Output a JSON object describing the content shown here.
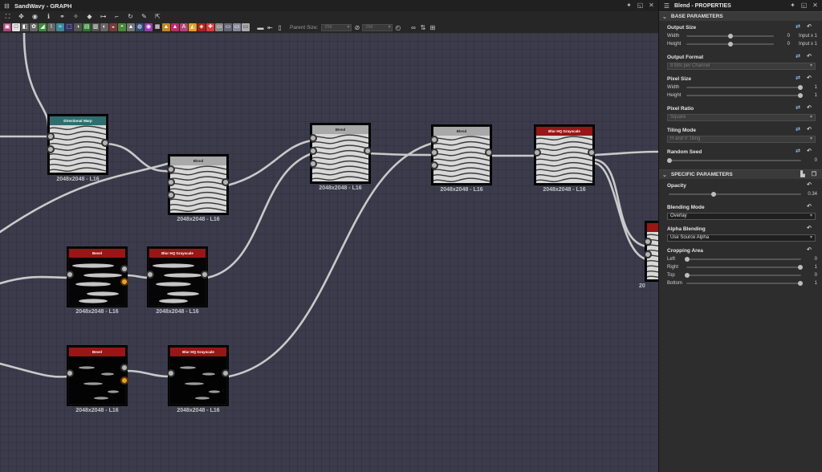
{
  "graph": {
    "title": "SandWavy - GRAPH",
    "parent_size_label": "Parent Size:",
    "parent_size_value": "256",
    "output_size_value": "256"
  },
  "nodes": [
    {
      "id": "directional-warp",
      "title": "Directional Warp",
      "size": "2048x2048 - L16",
      "header": "teal",
      "thumb": "waves"
    },
    {
      "id": "blend-1",
      "title": "Blend",
      "size": "2048x2048 - L16",
      "header": "gray",
      "thumb": "waves"
    },
    {
      "id": "blend-2",
      "title": "Blend",
      "size": "2048x2048 - L16",
      "header": "gray",
      "thumb": "waves"
    },
    {
      "id": "blend-3",
      "title": "Blend",
      "size": "2048x2048 - L16",
      "header": "gray",
      "thumb": "waves"
    },
    {
      "id": "blur-hq-1",
      "title": "Blur HQ Grayscale",
      "size": "2048x2048 - L16",
      "header": "red",
      "thumb": "waves"
    },
    {
      "id": "bevel-1",
      "title": "Bevel",
      "size": "2048x2048 - L16",
      "header": "red",
      "thumb": "streaks"
    },
    {
      "id": "blur-hq-2",
      "title": "Blur HQ Grayscale",
      "size": "2048x2048 - L16",
      "header": "red",
      "thumb": "streaks"
    },
    {
      "id": "bevel-2",
      "title": "Bevel",
      "size": "2048x2048 - L16",
      "header": "red",
      "thumb": "sparse"
    },
    {
      "id": "blur-hq-3",
      "title": "Blur HQ Grayscale",
      "size": "2048x2048 - L16",
      "header": "red",
      "thumb": "sparse"
    },
    {
      "id": "partial-node",
      "title": "",
      "size": "20",
      "header": "red",
      "thumb": "waves"
    }
  ],
  "props": {
    "title": "Blend - PROPERTIES",
    "base_section": "BASE PARAMETERS",
    "specific_section": "SPECIFIC PARAMETERS",
    "output_size": {
      "label": "Output Size",
      "width_label": "Width",
      "width_value": "0",
      "width_extra": "Input x 1",
      "width_pos": 0.5,
      "height_label": "Height",
      "height_value": "0",
      "height_extra": "Input x 1",
      "height_pos": 0.5
    },
    "output_format": {
      "label": "Output Format",
      "value": "8 Bits per Channel"
    },
    "pixel_size": {
      "label": "Pixel Size",
      "width_label": "Width",
      "width_value": "1",
      "width_pos": 1.0,
      "height_label": "Height",
      "height_value": "1",
      "height_pos": 1.0
    },
    "pixel_ratio": {
      "label": "Pixel Ratio",
      "value": "Square"
    },
    "tiling_mode": {
      "label": "Tiling Mode",
      "value": "H and V Tiling"
    },
    "random_seed": {
      "label": "Random Seed",
      "value": "0",
      "pos": 0.0
    },
    "opacity": {
      "label": "Opacity",
      "value": "0.34",
      "pos": 0.34
    },
    "blending_mode": {
      "label": "Blending Mode",
      "value": "Overlay"
    },
    "alpha_blending": {
      "label": "Alpha Blending",
      "value": "Use Source Alpha"
    },
    "cropping": {
      "label": "Cropping Area",
      "rows": [
        {
          "label": "Left",
          "value": "0",
          "pos": 0.0
        },
        {
          "label": "Right",
          "value": "1",
          "pos": 1.0
        },
        {
          "label": "Top",
          "value": "0",
          "pos": 0.0
        },
        {
          "label": "Bottom",
          "value": "1",
          "pos": 1.0
        }
      ]
    }
  },
  "colors": {
    "canvas": "#3c3b4c",
    "teal_header": "#2f6e6e",
    "red_header": "#9a1515",
    "gray_header": "#a9a9a9",
    "port_output_accent": "#f0a020"
  }
}
